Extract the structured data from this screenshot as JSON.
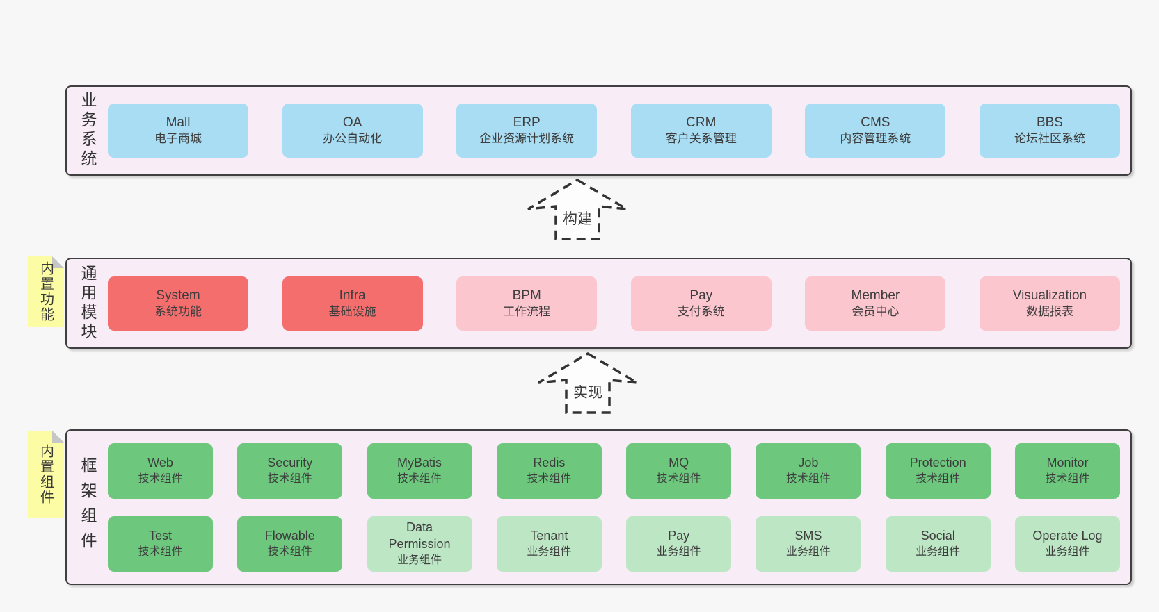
{
  "colors": {
    "page_bg": "#f7f7f7",
    "panel_bg": "#f8edf7",
    "panel_border": "#3f3f3f",
    "blue": "#a9ddf3",
    "red": "#f56e6e",
    "pink": "#fcc6cf",
    "green": "#6dc87e",
    "green_light": "#bde6c5",
    "sticky_yellow": "#fbfca4",
    "sticky_fold": "#c6c6c6",
    "text": "#3d3d3d"
  },
  "arrows": [
    {
      "label": "构建"
    },
    {
      "label": "实现"
    }
  ],
  "sections": [
    {
      "id": "business",
      "side_label": "业务系统",
      "rows": [
        [
          {
            "title": "Mall",
            "subtitle": "电子商城",
            "color": "blue"
          },
          {
            "title": "OA",
            "subtitle": "办公自动化",
            "color": "blue"
          },
          {
            "title": "ERP",
            "subtitle": "企业资源计划系统",
            "color": "blue"
          },
          {
            "title": "CRM",
            "subtitle": "客户关系管理",
            "color": "blue"
          },
          {
            "title": "CMS",
            "subtitle": "内容管理系统",
            "color": "blue"
          },
          {
            "title": "BBS",
            "subtitle": "论坛社区系统",
            "color": "blue"
          }
        ]
      ]
    },
    {
      "id": "modules",
      "side_label": "通用模块",
      "sticky": "内置功能",
      "rows": [
        [
          {
            "title": "System",
            "subtitle": "系统功能",
            "color": "red"
          },
          {
            "title": "Infra",
            "subtitle": "基础设施",
            "color": "red"
          },
          {
            "title": "BPM",
            "subtitle": "工作流程",
            "color": "pink"
          },
          {
            "title": "Pay",
            "subtitle": "支付系统",
            "color": "pink"
          },
          {
            "title": "Member",
            "subtitle": "会员中心",
            "color": "pink"
          },
          {
            "title": "Visualization",
            "subtitle": "数据报表",
            "color": "pink"
          }
        ]
      ]
    },
    {
      "id": "components",
      "side_label": "框架组件",
      "sticky": "内置组件",
      "rows": [
        [
          {
            "title": "Web",
            "subtitle": "技术组件",
            "color": "green"
          },
          {
            "title": "Security",
            "subtitle": "技术组件",
            "color": "green"
          },
          {
            "title": "MyBatis",
            "subtitle": "技术组件",
            "color": "green"
          },
          {
            "title": "Redis",
            "subtitle": "技术组件",
            "color": "green"
          },
          {
            "title": "MQ",
            "subtitle": "技术组件",
            "color": "green"
          },
          {
            "title": "Job",
            "subtitle": "技术组件",
            "color": "green"
          },
          {
            "title": "Protection",
            "subtitle": "技术组件",
            "color": "green"
          },
          {
            "title": "Monitor",
            "subtitle": "技术组件",
            "color": "green"
          }
        ],
        [
          {
            "title": "Test",
            "subtitle": "技术组件",
            "color": "green"
          },
          {
            "title": "Flowable",
            "subtitle": "技术组件",
            "color": "green"
          },
          {
            "title": "Data Permission",
            "subtitle": "业务组件",
            "color": "green_light"
          },
          {
            "title": "Tenant",
            "subtitle": "业务组件",
            "color": "green_light"
          },
          {
            "title": "Pay",
            "subtitle": "业务组件",
            "color": "green_light"
          },
          {
            "title": "SMS",
            "subtitle": "业务组件",
            "color": "green_light"
          },
          {
            "title": "Social",
            "subtitle": "业务组件",
            "color": "green_light"
          },
          {
            "title": "Operate Log",
            "subtitle": "业务组件",
            "color": "green_light"
          }
        ]
      ]
    }
  ]
}
